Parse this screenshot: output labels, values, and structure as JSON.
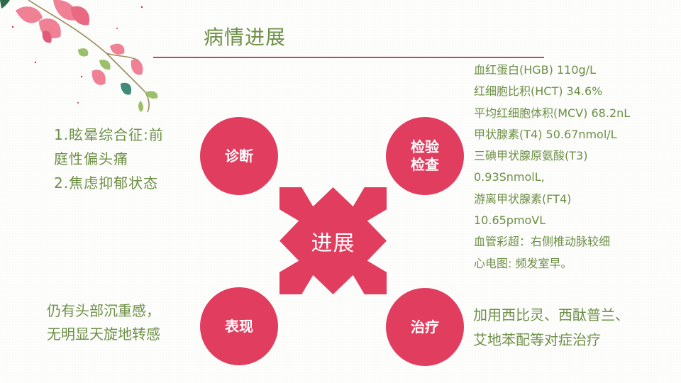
{
  "slide": {
    "title": "病情进展",
    "accent_color": "#e03d5f",
    "text_color": "#6d8f46",
    "rule_color": "#b04a6e"
  },
  "center": {
    "label": "进展",
    "icon": "four-way-arrow-icon"
  },
  "nodes": {
    "diagnosis": {
      "label": "诊断"
    },
    "lab_tests": {
      "label_line1": "检验",
      "label_line2": "检查"
    },
    "symptoms": {
      "label": "表现"
    },
    "treatment": {
      "label": "治疗"
    }
  },
  "diagnosis_text": {
    "lines": [
      "1.眩晕综合征:前",
      "庭性偏头痛",
      "2.焦虑抑郁状态"
    ]
  },
  "lab_text": {
    "lines": [
      "血红蛋白(HGB) 110g/L",
      "红细胞比积(HCT) 34.6%",
      "平均红细胞体积(MCV) 68.2nL",
      "甲状腺素(T4) 50.67nmol/L",
      "三碘甲状腺原氨酸(T3)",
      "0.93SnmolL,",
      "游离甲状腺素(FT4)",
      "10.65pmoVL",
      "血管彩超：右侧椎动脉较细",
      "心电图: 频发室早。"
    ]
  },
  "symptoms_text": {
    "lines": [
      "仍有头部沉重感，",
      "无明显天旋地转感"
    ]
  },
  "treatment_text": {
    "lines": [
      "加用西比灵、西酞普兰、",
      "艾地苯配等对症治疗"
    ]
  },
  "decoration": {
    "icon": "bougainvillea-floral-icon"
  }
}
